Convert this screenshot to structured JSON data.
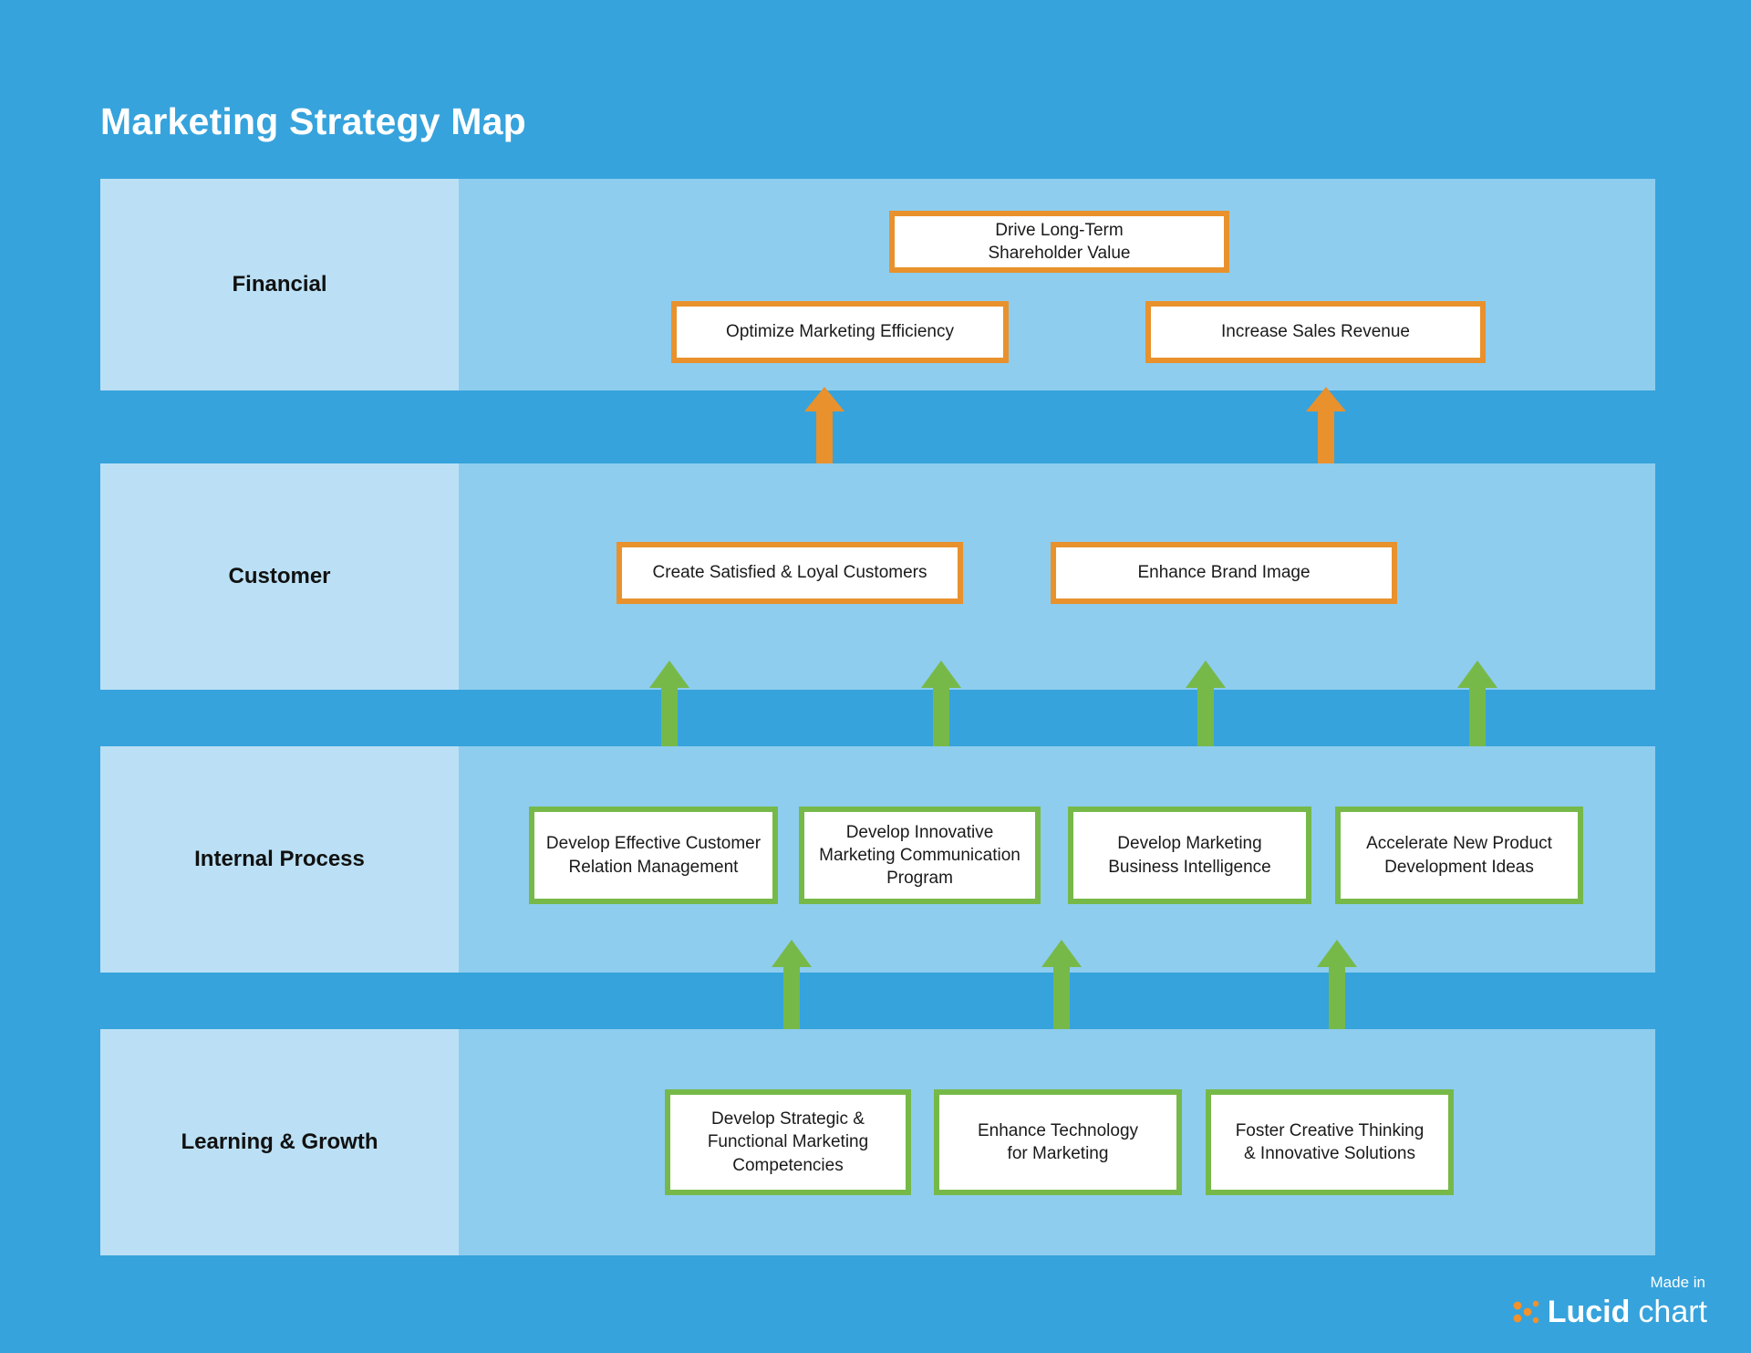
{
  "title": "Marketing Strategy Map",
  "colors": {
    "page_background": "#36a3dc",
    "band_label_background": "#bbe0f5",
    "band_body_background": "#8ecdee",
    "orange_accent": "#e8912d",
    "green_accent": "#76b949",
    "box_fill": "#ffffff",
    "title_text": "#ffffff",
    "box_text": "#1a1a1a"
  },
  "perspectives": [
    {
      "label": "Financial"
    },
    {
      "label": "Customer"
    },
    {
      "label": "Internal Process"
    },
    {
      "label": "Learning & Growth"
    }
  ],
  "objectives": {
    "financial": [
      {
        "text": "Drive Long-Term\nShareholder Value",
        "accent": "orange"
      },
      {
        "text": "Optimize Marketing Efficiency",
        "accent": "orange"
      },
      {
        "text": "Increase Sales Revenue",
        "accent": "orange"
      }
    ],
    "customer": [
      {
        "text": "Create Satisfied & Loyal Customers",
        "accent": "orange"
      },
      {
        "text": "Enhance Brand Image",
        "accent": "orange"
      }
    ],
    "internal_process": [
      {
        "text": "Develop Effective Customer\nRelation Management",
        "accent": "green"
      },
      {
        "text": "Develop Innovative\nMarketing Communication\nProgram",
        "accent": "green"
      },
      {
        "text": "Develop Marketing\nBusiness Intelligence",
        "accent": "green"
      },
      {
        "text": "Accelerate New Product\nDevelopment Ideas",
        "accent": "green"
      }
    ],
    "learning_growth": [
      {
        "text": "Develop Strategic &\nFunctional Marketing\nCompetencies",
        "accent": "green"
      },
      {
        "text": "Enhance Technology\nfor Marketing",
        "accent": "green"
      },
      {
        "text": "Foster Creative Thinking\n& Innovative Solutions",
        "accent": "green"
      }
    ]
  },
  "connectors": {
    "orange_arrows": 2,
    "green_arrows_customer": 4,
    "green_arrows_internal": 3,
    "direction": "up"
  },
  "footer": {
    "made_in": "Made in",
    "brand_bold": "Lucid",
    "brand_light": "chart",
    "icon": "lucid-dots-icon"
  }
}
